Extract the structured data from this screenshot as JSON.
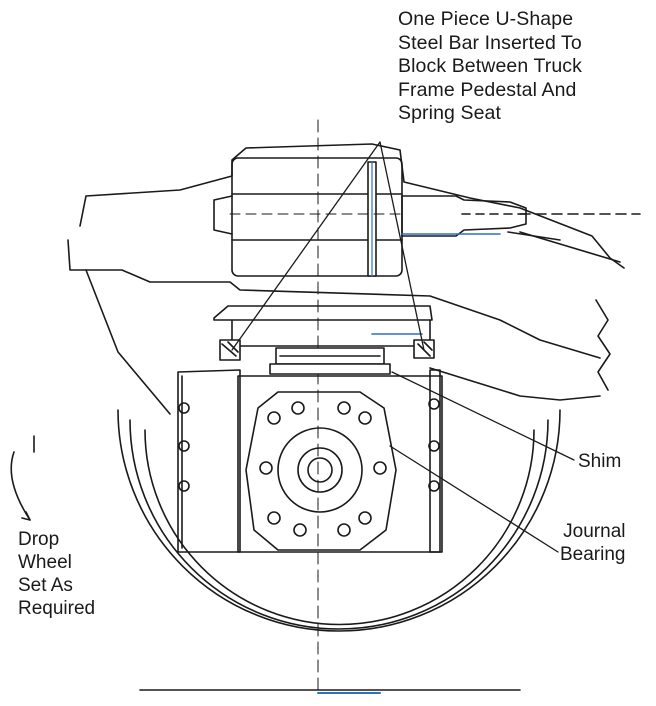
{
  "callouts": {
    "top": "One Piece U-Shape\nSteel Bar Inserted To\nBlock Between Truck\nFrame Pedestal And\nSpring Seat",
    "shim": "Shim",
    "journal_bearing": "Journal\nBearing",
    "drop_wheel": "Drop\nWheel\nSet As\nRequired"
  },
  "colors": {
    "ink": "#1a1a1a",
    "accent_blue": "#2f6fc4"
  }
}
